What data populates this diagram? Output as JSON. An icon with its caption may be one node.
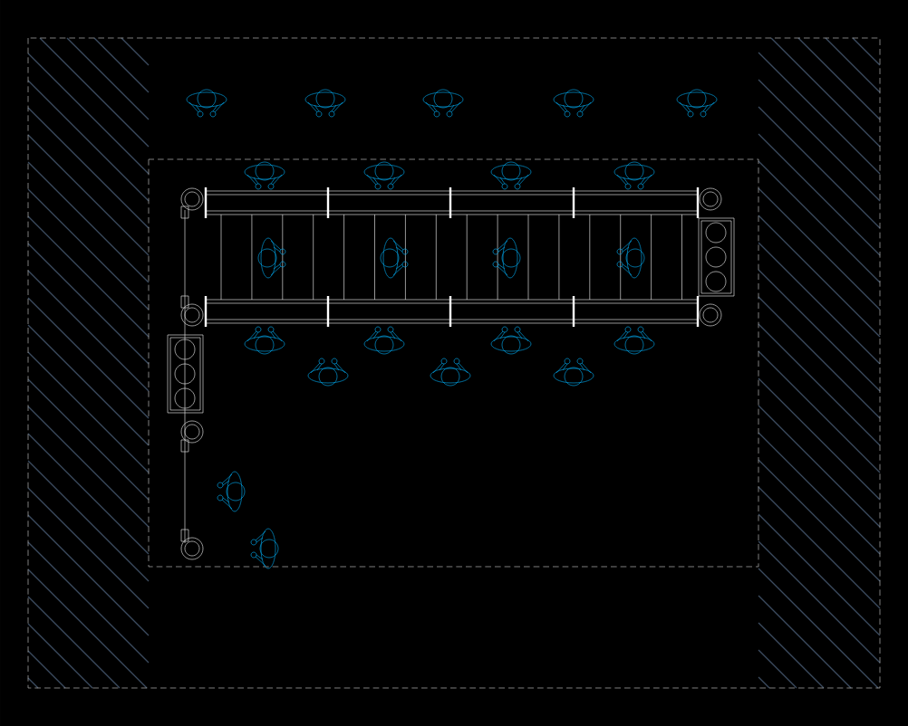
{
  "diagram": {
    "nodes": [
      {
        "text": [],
        "shape": "person"
      },
      {
        "text": [],
        "shape": "person"
      },
      {
        "text": [],
        "shape": "person"
      },
      {
        "text": [],
        "shape": "person"
      },
      {
        "text": [],
        "shape": "person"
      },
      {
        "text": [],
        "shape": "person"
      },
      {
        "text": [],
        "shape": "person"
      },
      {
        "text": [],
        "shape": "person"
      },
      {
        "text": [],
        "shape": "person"
      },
      {
        "text": [],
        "shape": "person"
      },
      {
        "text": [],
        "shape": "person"
      },
      {
        "text": [],
        "shape": "person"
      },
      {
        "text": [],
        "shape": "person"
      },
      {
        "text": [],
        "shape": "person"
      },
      {
        "text": [],
        "shape": "person"
      },
      {
        "text": [],
        "shape": "person"
      },
      {
        "text": [],
        "shape": "person"
      },
      {
        "text": [],
        "shape": "person"
      },
      {
        "text": [],
        "shape": "person"
      },
      {
        "text": [],
        "shape": "person"
      },
      {
        "text": [],
        "shape": "person"
      },
      {
        "text": [],
        "shape": "person"
      }
    ]
  }
}
